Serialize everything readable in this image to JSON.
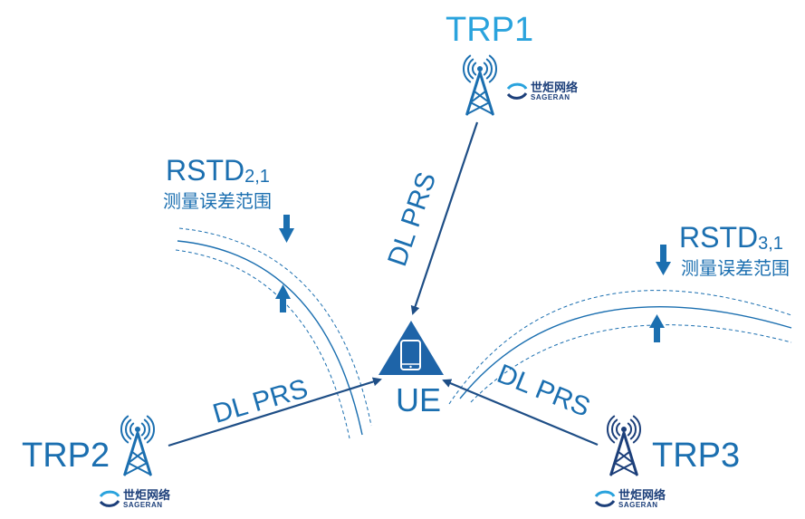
{
  "nodes": {
    "trp1": {
      "label": "TRP1",
      "color": "#2aa3dd"
    },
    "trp2": {
      "label": "TRP2",
      "color": "#1b6fb0"
    },
    "trp3": {
      "label": "TRP3",
      "color": "#1b6fb0"
    },
    "ue": {
      "label": "UE"
    }
  },
  "links": {
    "trp1_ue": {
      "label": "DL PRS"
    },
    "trp2_ue": {
      "label": "DL PRS"
    },
    "trp3_ue": {
      "label": "DL PRS"
    }
  },
  "rstd21": {
    "main": "RSTD",
    "sub": "2,1",
    "caption": "测量误差范围"
  },
  "rstd31": {
    "main": "RSTD",
    "sub": "3,1",
    "caption": "测量误差范围"
  },
  "logo": {
    "zh": "世炬网络",
    "en": "SAGERAN"
  },
  "colors": {
    "accent": "#1b6fb0",
    "light": "#2aa3dd",
    "dark": "#1c3f7a",
    "arrow": "#1e4e86",
    "ue_fill": "#1e64a8"
  }
}
